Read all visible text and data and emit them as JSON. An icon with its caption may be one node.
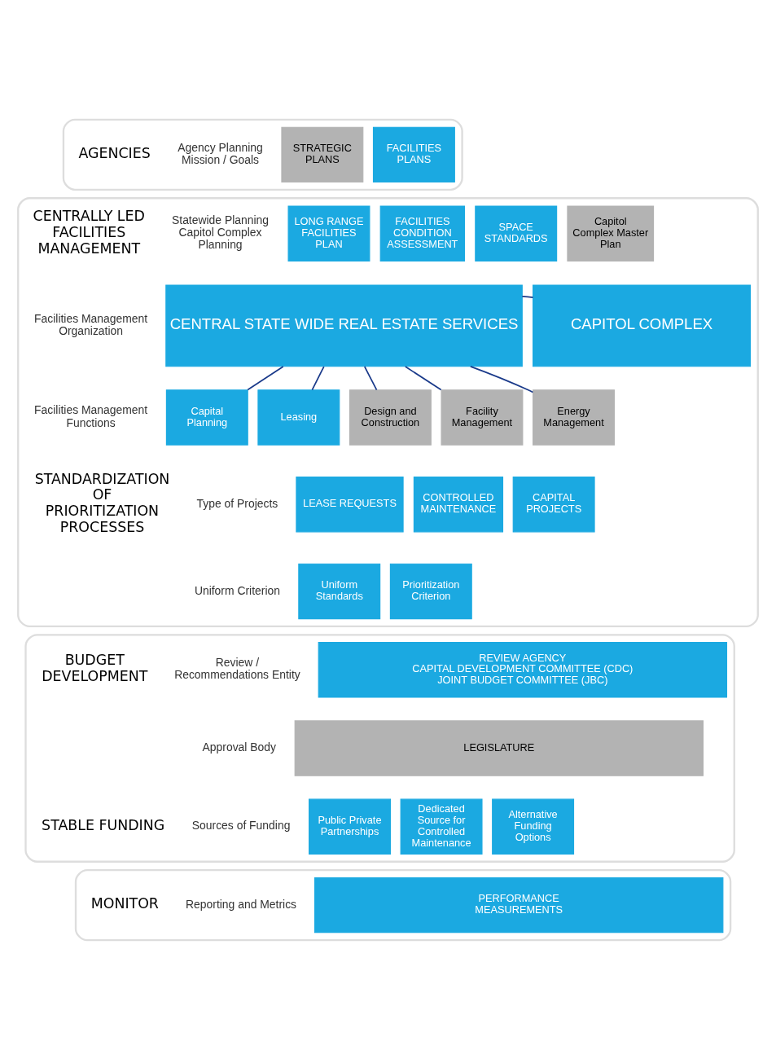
{
  "diagram": {
    "nodes": [
      {
        "text": [],
        "shape": "box"
      },
      {
        "text": [
          "STRATEGIC PLANS"
        ],
        "in": 0
      },
      {
        "text": [
          "FACILITIES PLANS"
        ],
        "in": 0
      },
      {
        "text": [],
        "shape": "box"
      },
      {
        "text": [
          "LONG RANGE FACILITIES PLAN"
        ],
        "in": 3
      },
      {
        "text": [
          "FACILITIES CONDITION ASSESSMENT"
        ],
        "in": 3
      },
      {
        "text": [
          "SPACE STANDARDS"
        ],
        "in": 3
      },
      {
        "text": [
          "Capitol Complex Master Plan"
        ],
        "in": 3
      },
      {
        "text": [
          "CENTRAL STATE WIDE REAL ESTATE SERVICES"
        ],
        "in": 3
      },
      {
        "text": [
          "CAPITOL COMPLEX"
        ],
        "in": 3
      },
      {
        "text": [
          "Capital Planning"
        ],
        "in": 3
      },
      {
        "text": [
          "Leasing"
        ],
        "in": 3
      },
      {
        "text": [
          "Design and Construction"
        ],
        "in": 3
      },
      {
        "text": [
          "Facility Management"
        ],
        "in": 3
      },
      {
        "text": [
          "Energy Management"
        ],
        "in": 3
      },
      {
        "text": [
          "LEASE REQUESTS"
        ],
        "in": 3
      },
      {
        "text": [
          "CONTROLLED MAINTENANCE"
        ],
        "in": 3
      },
      {
        "text": [
          "CAPITAL PROJECTS"
        ],
        "in": 3
      },
      {
        "text": [
          "Uniform Standards"
        ],
        "in": 3
      },
      {
        "text": [
          "Prioritization Criterion"
        ],
        "in": 3
      },
      {
        "text": [],
        "shape": "box"
      },
      {
        "text": [
          "REVIEW AGENCY",
          "CAPITAL DEVELOPMENT COMMITTEE (CDC)",
          "JOINT BUDGET COMMITTEE (JBC)"
        ],
        "in": 20
      },
      {
        "text": [
          "LEGISLATURE"
        ],
        "in": 20
      },
      {
        "text": [
          "Public Private Partnerships"
        ],
        "in": 20
      },
      {
        "text": [
          "Dedicated Source for Controlled Maintenance"
        ],
        "in": 20
      },
      {
        "text": [
          "Alternative Funding Options"
        ],
        "in": 20
      },
      {
        "text": [],
        "shape": "box"
      },
      {
        "text": [
          "PERFORMANCE MEASUREMENTS"
        ],
        "in": 26
      }
    ],
    "edges": [
      {
        "from": 8,
        "to": 9,
        "arrow": "none"
      },
      {
        "from": 8,
        "to": 10,
        "arrow": "none"
      },
      {
        "from": 8,
        "to": 11,
        "arrow": "none"
      },
      {
        "from": 8,
        "to": 12,
        "arrow": "none"
      },
      {
        "from": 8,
        "to": 13,
        "arrow": "none"
      },
      {
        "from": 8,
        "to": 14,
        "arrow": "none"
      }
    ],
    "labels": [
      "AGENCIES",
      "Agency Planning Mission / Goals",
      "CENTRALLY LED FACILITIES MANAGEMENT",
      "Statewide Planning Capitol Complex Planning",
      "Facilities Management Organization",
      "Facilities Management Functions",
      "Type of Projects",
      "Uniform Criterion",
      "STANDARDIZATION OF PRIORITIZATION PROCESSES",
      "BUDGET DEVELOPMENT",
      "Review / Recommendations Entity",
      "Approval Body",
      "STABLE FUNDING",
      "Sources of Funding",
      "MONITOR",
      "Reporting and Metrics"
    ]
  }
}
